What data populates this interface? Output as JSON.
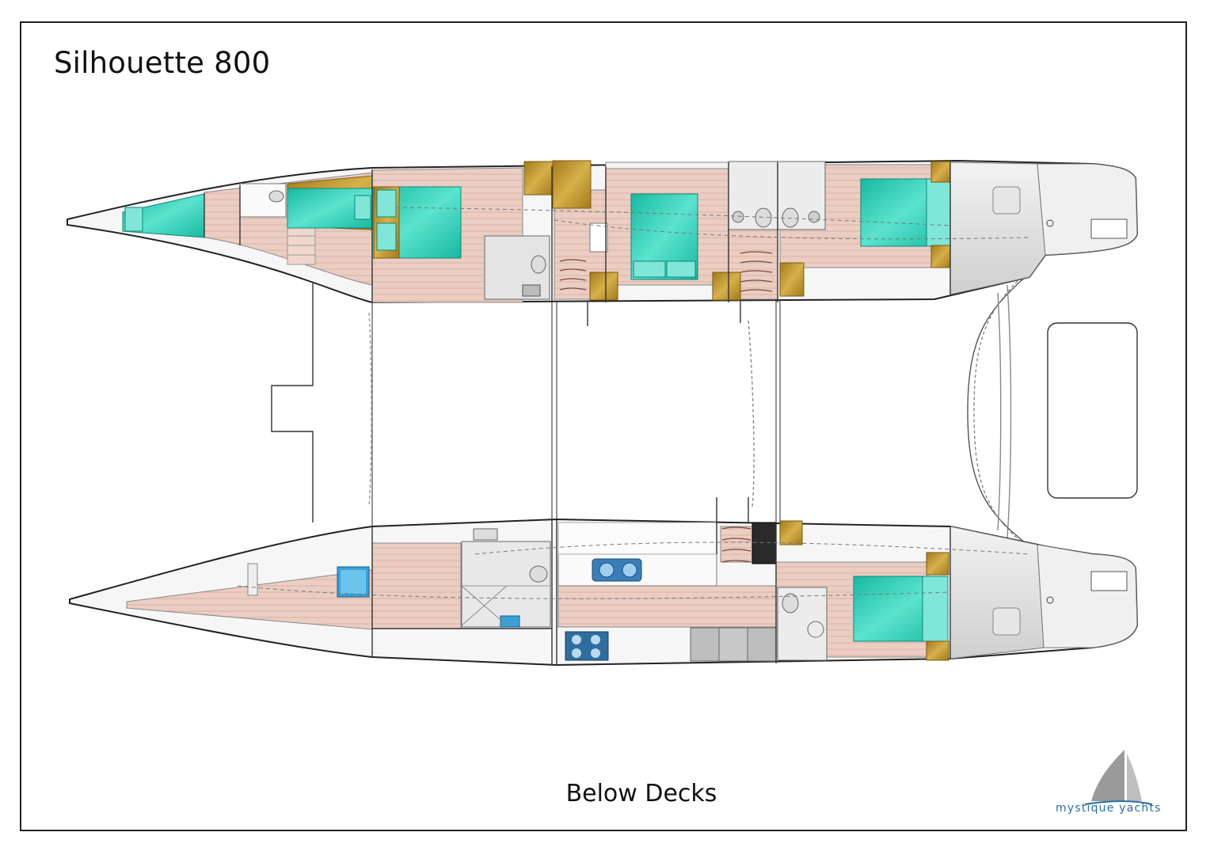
{
  "title": "Silhouette 800",
  "caption": "Below Decks",
  "brand": {
    "name": "mystique yachts",
    "color": "#2b6fa8"
  },
  "colors": {
    "teak_floor": "#e9c9bd",
    "bed": "#23c9b0",
    "furniture": "#b8902a",
    "hull_outline": "#222222",
    "wet_area": "#d8d8d8",
    "galley_fixture": "#3a7db8"
  }
}
